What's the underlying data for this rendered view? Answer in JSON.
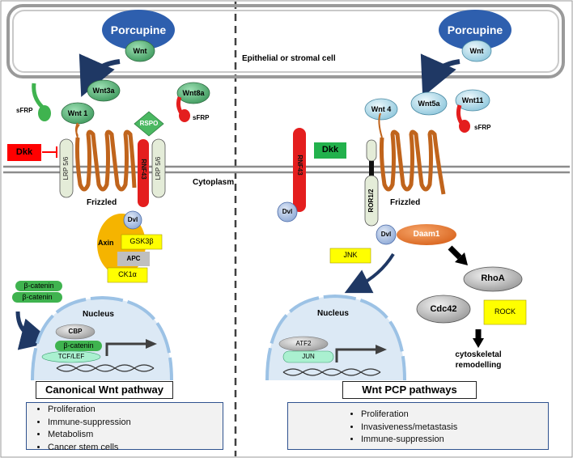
{
  "cell_label": "Epithelial or stromal cell",
  "cytoplasm": "Cytoplasm",
  "left": {
    "porcupine": "Porcupine",
    "wnt_in_porcupine": "Wnt",
    "wnt3a": "Wnt3a",
    "wnt1": "Wnt 1",
    "wnt8a": "Wnt8a",
    "sfrp_left": "sFRP",
    "sfrp_right": "sFRP",
    "rspo": "RSPO",
    "dkk": "Dkk",
    "lrp_left": "LRP 5/6",
    "lrp_right": "LRP 5/6",
    "rnf43": "RNF43",
    "frizzled": "Frizzled",
    "dvl": "Dvl",
    "axin": "Axin",
    "gsk3b": "GSK3β",
    "apc": "APC",
    "ck1a": "CK1α",
    "beta_catenin_1": "β-catenin",
    "beta_catenin_2": "β-catenin",
    "nucleus": "Nucleus",
    "cbp": "CBP",
    "beta_catenin_nuc": "β-catenin",
    "tcf_lef": "TCF/LEF",
    "pathway_title": "Canonical Wnt pathway",
    "outcomes": [
      "Proliferation",
      "Immune-suppression",
      "Metabolism",
      "Cancer stem cells"
    ]
  },
  "right": {
    "porcupine": "Porcupine",
    "wnt_in_porcupine": "Wnt",
    "wnt4": "Wnt 4",
    "wnt5a": "Wnt5a",
    "wnt11": "Wnt11",
    "sfrp": "sFRP",
    "rnf43": "RNF43",
    "dkk": "Dkk",
    "dvl_rnf": "Dvl",
    "ror": "ROR1/2",
    "frizzled": "Frizzled",
    "dvl": "Dvl",
    "daam1": "Daam1",
    "jnk": "JNK",
    "rhoa": "RhoA",
    "cdc42": "Cdc42",
    "rock": "ROCK",
    "cytoskeletal_1": "cytoskeletal",
    "cytoskeletal_2": "remodelling",
    "nucleus": "Nucleus",
    "atf2": "ATF2",
    "jun": "JUN",
    "pathway_title": "Wnt PCP pathways",
    "outcomes": [
      "Proliferation",
      "Invasiveness/metastasis",
      "Immune-suppression"
    ]
  },
  "colors": {
    "porcupine": "#2e5fae",
    "wnt_green": "#5fbf80",
    "wnt_blue": "#bfe3f0",
    "frizzled": "#c0641c",
    "rnf43": "#e41e1e",
    "lrp": "#e4ecd8",
    "yellow": "#ffff00",
    "nucleus": "#dce9f5",
    "axin": "#f5b400",
    "daam1": "#ed7d31",
    "rhoa": "#bfbfbf",
    "dkk_red": "#ff0000",
    "dkk_green": "#22b14c"
  }
}
